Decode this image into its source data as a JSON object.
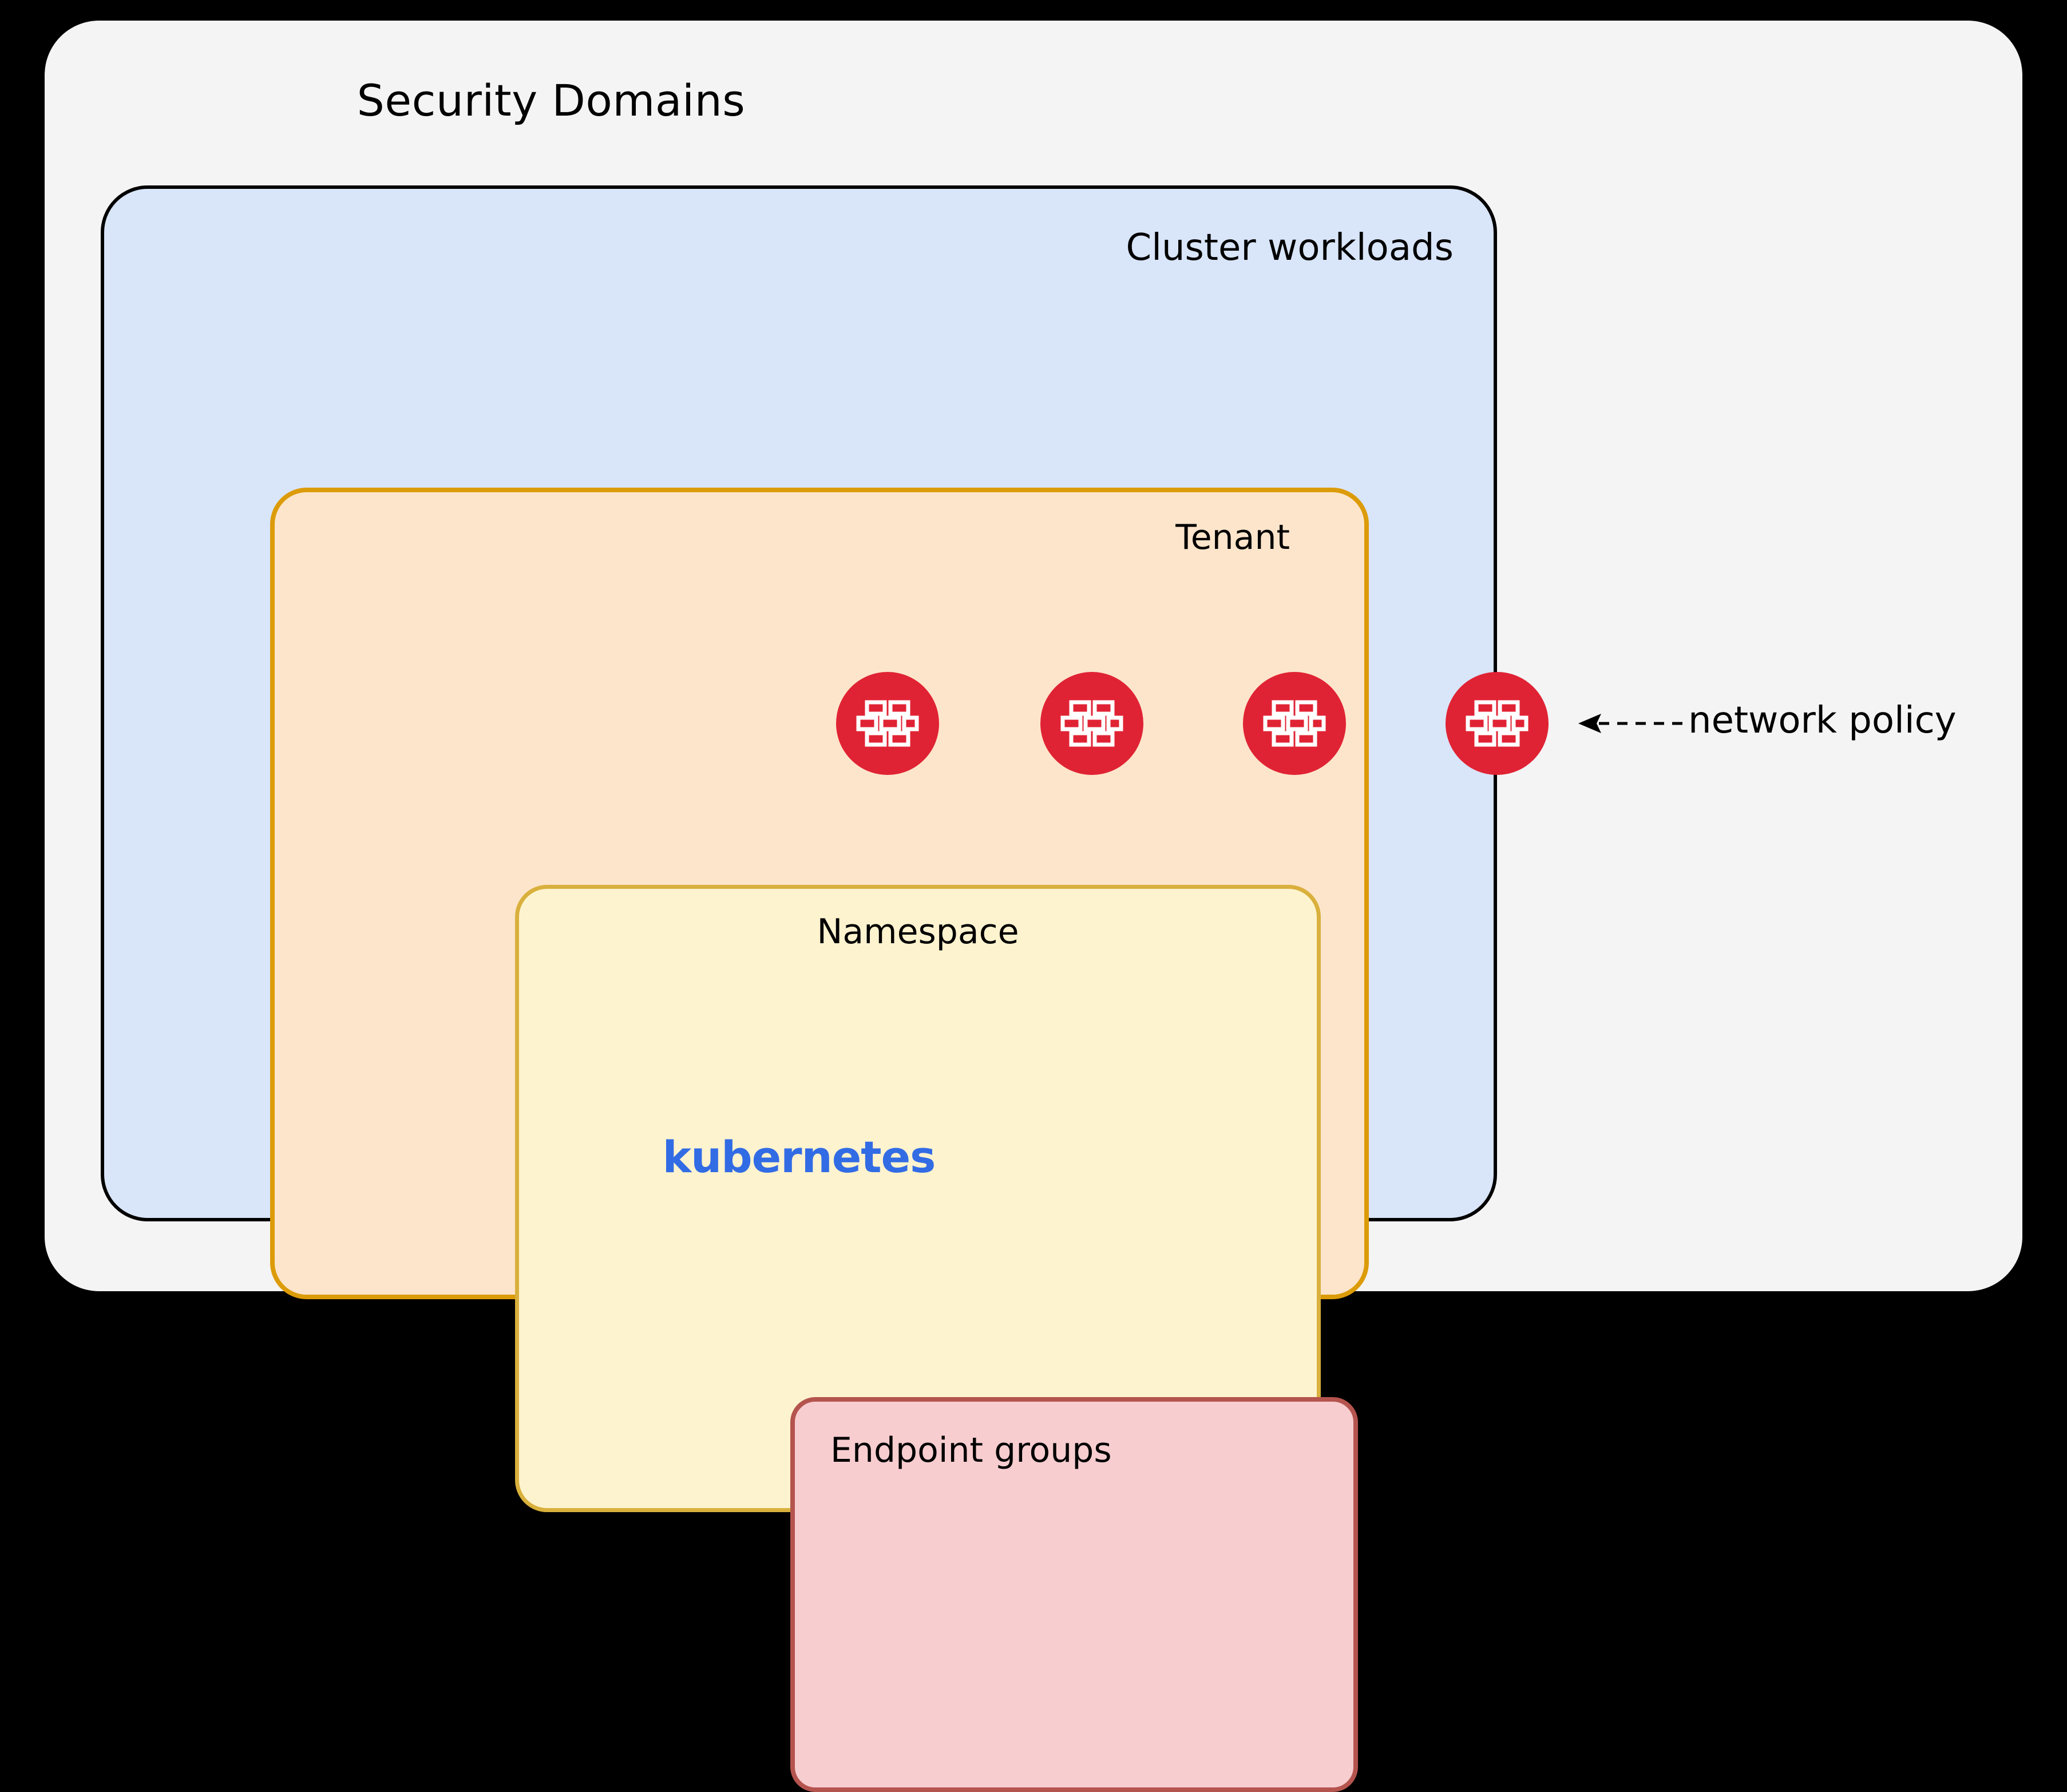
{
  "diagram": {
    "title": "Security Domains",
    "background_color": "#F4F4F4",
    "page_color": "#000000"
  },
  "boxes": {
    "cluster": {
      "label": "Cluster workloads",
      "fill": "#D9E5F9",
      "stroke": "#000000",
      "wordmark": "kubernetes",
      "wordmark_color": "#326CE5"
    },
    "tenant": {
      "label": "Tenant",
      "fill": "#FDE5CB",
      "stroke": "#DC9B09"
    },
    "namespace": {
      "label": "Namespace",
      "fill": "#FDF3CF",
      "stroke": "#D9B03C"
    },
    "endpoint_groups": {
      "label": "Endpoint groups",
      "fill": "#F7CDD0",
      "stroke": "#B5544E"
    }
  },
  "nodes": [
    {
      "name": "firewall-endpoint",
      "icon": "firewall-brick-icon",
      "color": "#E02334",
      "on_boundary": "endpoint_groups"
    },
    {
      "name": "firewall-namespace",
      "icon": "firewall-brick-icon",
      "color": "#E02334",
      "on_boundary": "namespace"
    },
    {
      "name": "firewall-tenant",
      "icon": "firewall-brick-icon",
      "color": "#E02334",
      "on_boundary": "tenant"
    },
    {
      "name": "firewall-cluster",
      "icon": "firewall-brick-icon",
      "color": "#E02334",
      "on_boundary": "cluster"
    }
  ],
  "annotation": {
    "label": "network policy",
    "arrow_icon": "arrow-left-dashed-icon",
    "arrow_direction": "left",
    "arrow_style": "dashed"
  }
}
